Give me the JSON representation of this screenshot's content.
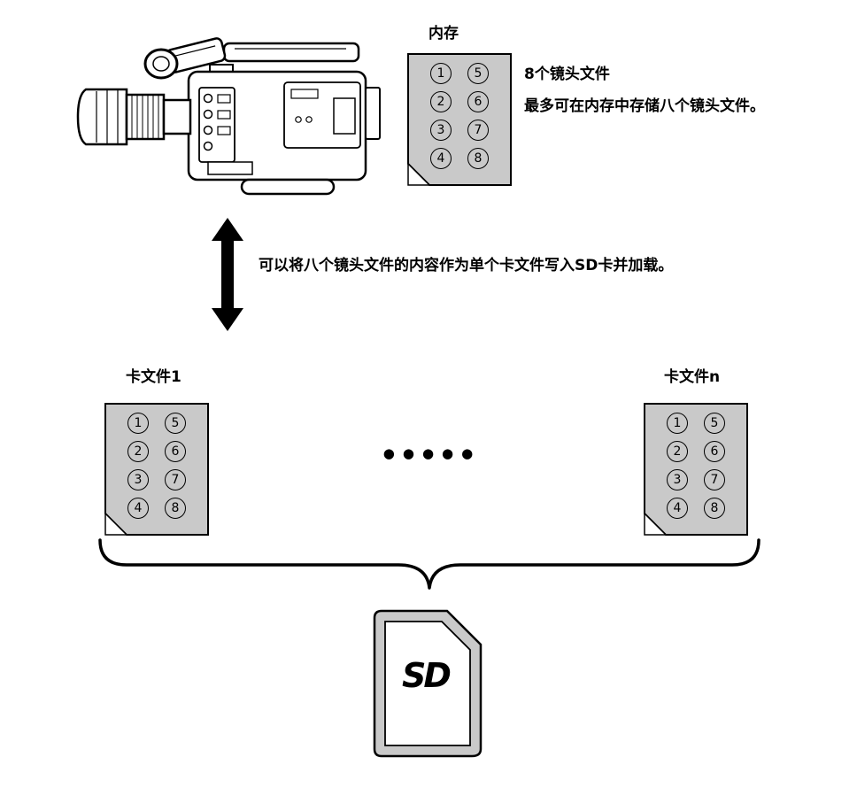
{
  "memory_section": {
    "label": "内存",
    "note_line1": "8个镜头文件",
    "note_line2": "最多可在内存中存储八个镜头文件。"
  },
  "transfer_note": "可以将八个镜头文件的内容作为单个卡文件写入SD卡并加载。",
  "card_files": {
    "first_label": "卡文件1",
    "last_label": "卡文件n",
    "ellipsis": "●●●●●"
  },
  "file_numbers_display_order": [
    "1",
    "5",
    "2",
    "6",
    "3",
    "7",
    "4",
    "8"
  ],
  "sd_card": {
    "logo": "SD"
  },
  "colors": {
    "file_fill": "#c9c9c9",
    "card_fill": "#c9c9c9",
    "ink": "#000000"
  }
}
